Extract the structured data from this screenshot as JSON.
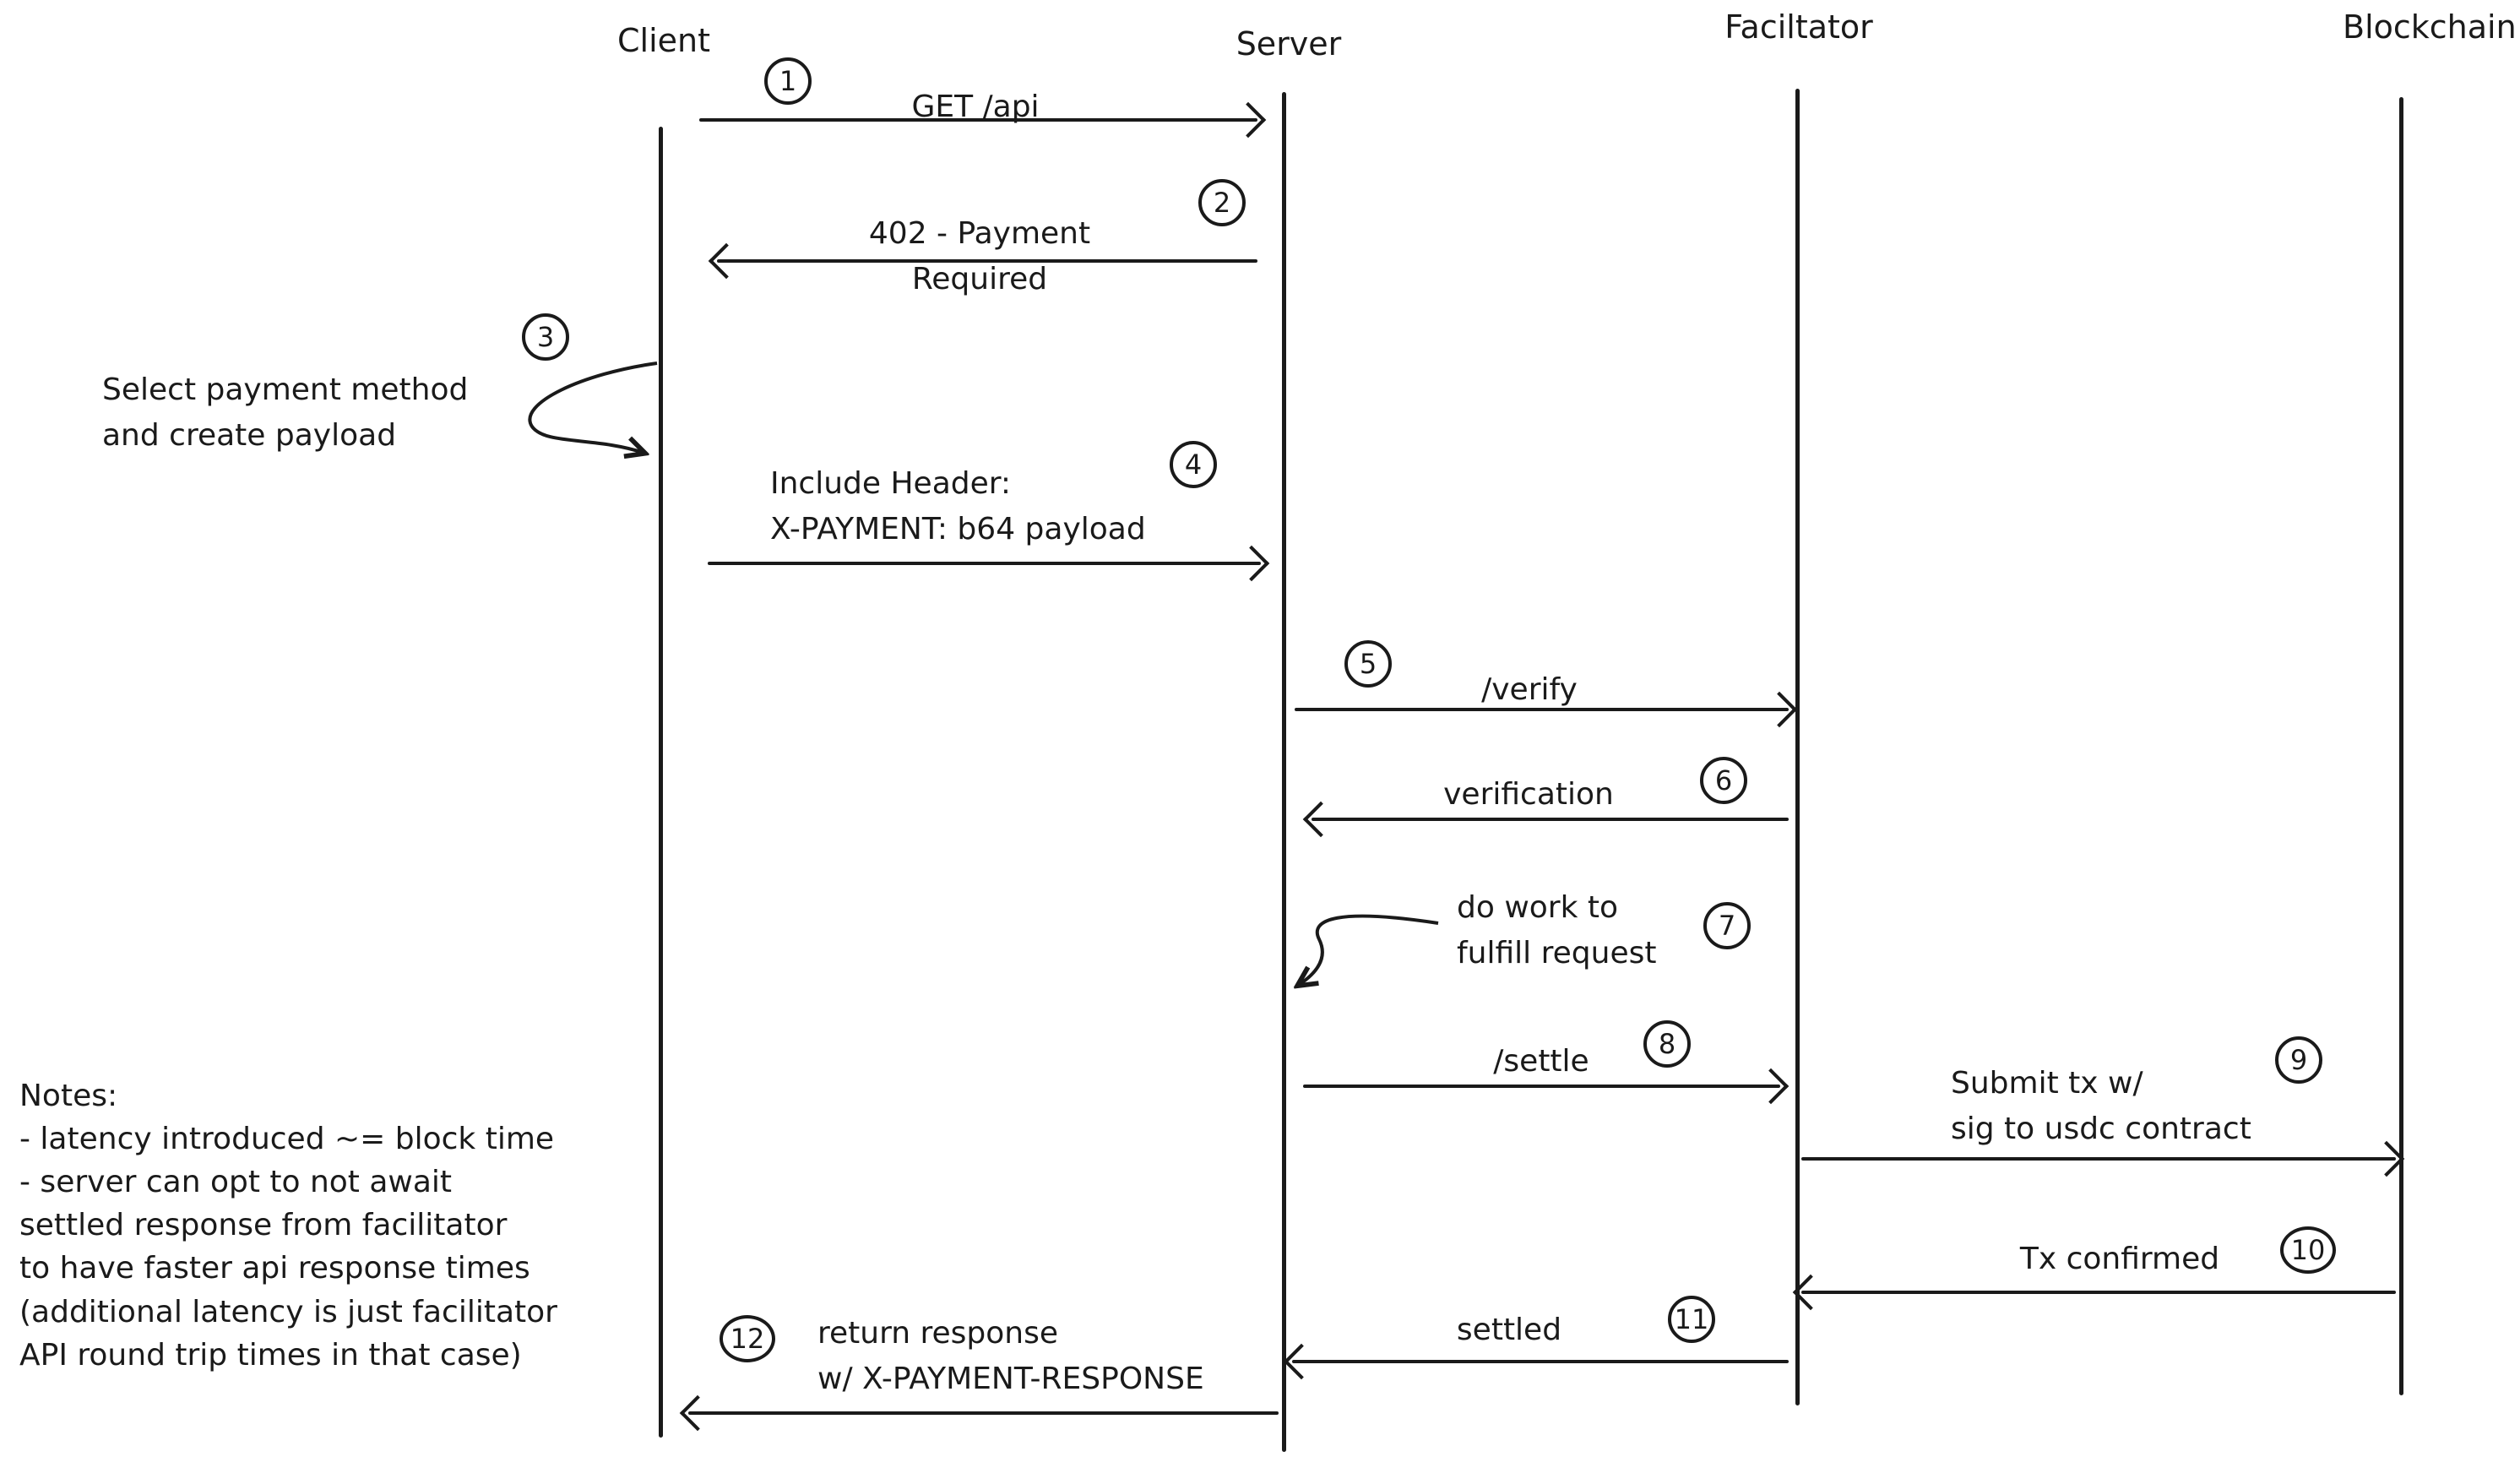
{
  "lifelines": [
    {
      "name": "Client"
    },
    {
      "name": "Server"
    },
    {
      "name": "Faciltator"
    },
    {
      "name": "Blockchain"
    }
  ],
  "steps": [
    {
      "num": "1",
      "label": "GET /api"
    },
    {
      "num": "2",
      "label": "402 - Payment\nRequired"
    },
    {
      "num": "3",
      "label": "Select payment method\nand create payload"
    },
    {
      "num": "4",
      "label": "Include Header:\nX-PAYMENT: b64 payload"
    },
    {
      "num": "5",
      "label": "/verify"
    },
    {
      "num": "6",
      "label": "verification"
    },
    {
      "num": "7",
      "label": "do work to\nfulfill request"
    },
    {
      "num": "8",
      "label": "/settle"
    },
    {
      "num": "9",
      "label": "Submit tx w/\nsig to usdc contract"
    },
    {
      "num": "10",
      "label": "Tx confirmed"
    },
    {
      "num": "11",
      "label": "settled"
    },
    {
      "num": "12",
      "label": "return response\nw/ X-PAYMENT-RESPONSE"
    }
  ],
  "notes": "Notes:\n- latency introduced ~= block time\n- server can opt to not await\nsettled response from facilitator\nto have faster api response times\n(additional latency is just facilitator\nAPI round trip times in that case)",
  "colors": {
    "ink": "#1a1a1a",
    "background": "#ffffff"
  }
}
